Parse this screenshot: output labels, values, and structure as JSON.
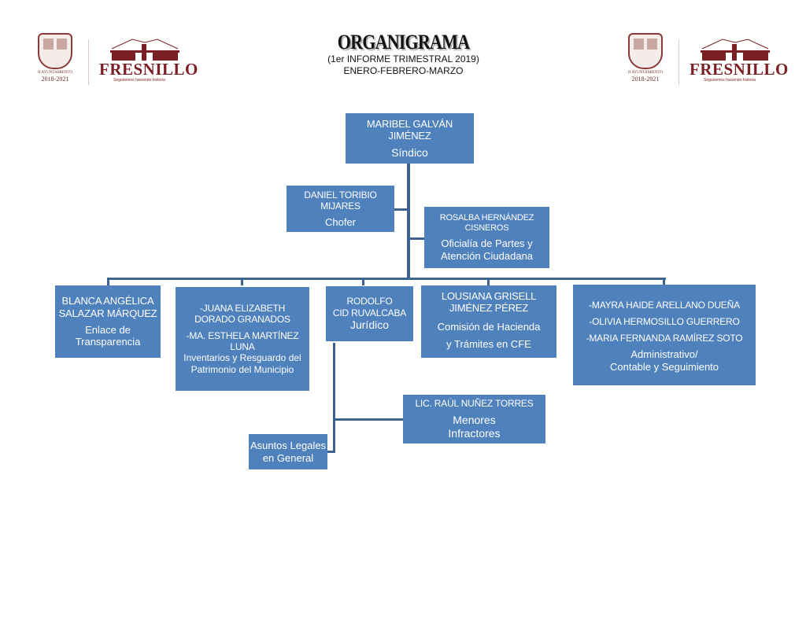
{
  "header": {
    "title": "ORGANIGRAMA",
    "subtitle": "(1er INFORME TRIMESTRAL 2019)",
    "period": "ENERO-FEBRERO-MARZO"
  },
  "logos": {
    "left": {
      "crest_caption": "II AYUNTAMIENTO",
      "crest_years": "2018-2021",
      "brand": "FRESNILLO",
      "tagline": "Seguiremos haciendo historia"
    },
    "right": {
      "crest_caption": "II AYUNTAMIENTO",
      "crest_years": "2018-2021",
      "brand": "FRESNILLO",
      "tagline": "Seguiremos haciendo historia"
    }
  },
  "colors": {
    "box": "#4f81bd",
    "connector": "#3d6392",
    "brand": "#7a1f23"
  },
  "org": {
    "head": {
      "name_line1": "MARIBEL GALVÁN",
      "name_line2": "JIMÉNEZ",
      "role": "Síndico"
    },
    "driver": {
      "name_line1": "DANIEL TORIBIO",
      "name_line2": "MIJARES",
      "role": "Chofer"
    },
    "citizen_office": {
      "name_line1": "ROSALBA HERNÁNDEZ",
      "name_line2": "CISNEROS",
      "role_line1": "Oficialía de Partes y",
      "role_line2": "Atención Ciudadana"
    },
    "transparency": {
      "name_line1": "BLANCA ANGÉLICA",
      "name_line2": "SALAZAR MÁRQUEZ",
      "role_line1": "Enlace de",
      "role_line2": "Transparencia"
    },
    "inventory": {
      "person1_line1": "-JUANA ELIZABETH",
      "person1_line2": "DORADO GRANADOS",
      "person2_line1": "-MA. ESTHELA MARTÍNEZ",
      "person2_line2": "LUNA",
      "role_line1": "Inventarios y Resguardo del",
      "role_line2": "Patrimonio del Municipio"
    },
    "legal": {
      "name_line1": "RODOLFO",
      "name_line2": "CID RUVALCABA",
      "role": "Jurídico"
    },
    "treasury": {
      "name_line1": "LOUSIANA GRISELL",
      "name_line2": "JIMÉNEZ PÉREZ",
      "role_line1": "Comisión de Hacienda",
      "role_line2": "y Trámites en CFE"
    },
    "admin": {
      "person1": "-MAYRA HAIDE ARELLANO DUEÑA",
      "person2": "-OLIVIA HERMOSILLO GUERRERO",
      "person3": "-MARIA FERNANDA RAMÍREZ SOTO",
      "role_line1": "Administrativo/",
      "role_line2": "Contable y Seguimiento"
    },
    "minors": {
      "name": "LIC. RAÚL NUÑEZ TORRES",
      "role_line1": "Menores",
      "role_line2": "Infractores"
    },
    "legal_general": {
      "role_line1": "Asuntos Legales",
      "role_line2": "en General"
    }
  }
}
